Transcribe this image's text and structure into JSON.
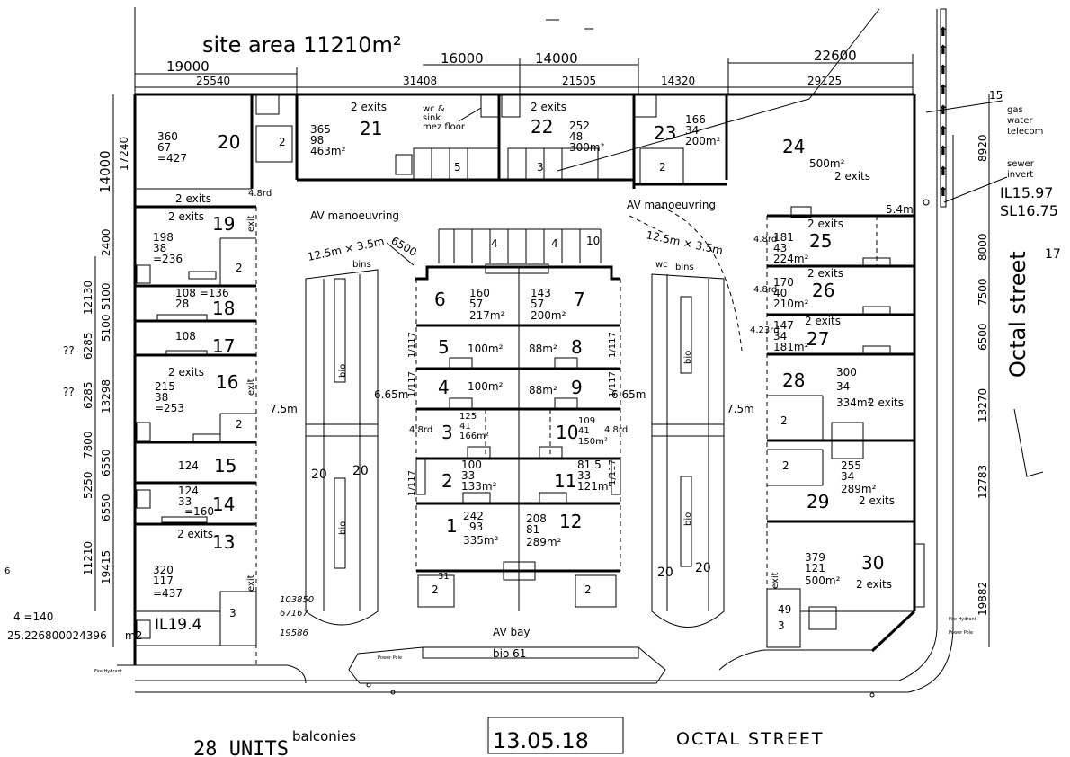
{
  "site_area": "site area 11210m²",
  "date": "13.05.18",
  "street_bottom": "OCTAL STREET",
  "street_side": "Octal street",
  "units_total": "28 UNITS",
  "balconies": "balconies",
  "services": [
    "gas",
    "water",
    "telecom"
  ],
  "sewer": [
    "sewer",
    "invert"
  ],
  "levels": {
    "il_right": "IL15.97",
    "sl_right": "SL16.75",
    "num17": "17",
    "il_left": "IL19.4",
    "num15": "15"
  },
  "misc": {
    "area_103850": "103850",
    "area_67167": "67167",
    "area_19586": "19586",
    "left_calc": "4 =140",
    "left_num": "25.226800024396",
    "m2": "m2",
    "qq1": "??",
    "qq2": "??",
    "six": "6"
  },
  "labels": {
    "av_manoeuvring_left": "AV manoeuvring",
    "av_manoeuvring_right": "AV manoeuvring",
    "av_bay": "AV bay",
    "bio_61": "bio 61",
    "bio": "bio",
    "bay_left": "12.5m × 3.5m",
    "bay_right": "12.5m × 3.5m",
    "bins": "bins",
    "wc": "wc",
    "wc_sink": [
      "wc &",
      "sink",
      "mez floor"
    ],
    "two_exits": "2 exits",
    "exit": "exit",
    "width_75": "7.5m",
    "width_665": "6.65m",
    "width_54": "5.4m",
    "rd_48": "4.8rd",
    "rd_423": "4.23rd",
    "ramp_6500": "6500",
    "slope": "1/117",
    "twenty": "20",
    "fire_hydrant": "Fire Hydrant",
    "power_pole": "Power Pole"
  },
  "dims_top": {
    "row1": [
      "19000",
      "16000",
      "14000",
      "22600"
    ],
    "row2": [
      "25540",
      "31408",
      "21505",
      "14320",
      "29125"
    ]
  },
  "dims_left": [
    "14000",
    "17240",
    "2400",
    "12130",
    "5100",
    "5100",
    "6285",
    "6285",
    "13298",
    "7800",
    "5250",
    "6550",
    "6550",
    "11210",
    "19415"
  ],
  "dims_right": [
    "8920",
    "8000",
    "7500",
    "6500",
    "13270",
    "12783",
    "19882"
  ],
  "units": [
    {
      "no": "20",
      "a": "360",
      "b": "67",
      "c": "=427"
    },
    {
      "no": "21",
      "a": "365",
      "b": "98",
      "c": "463m²"
    },
    {
      "no": "22",
      "a": "252",
      "b": "48",
      "c": "300m²"
    },
    {
      "no": "23",
      "a": "166",
      "b": "34",
      "c": "200m²"
    },
    {
      "no": "24",
      "a": "",
      "b": "",
      "c": "500m²"
    },
    {
      "no": "19",
      "a": "198",
      "b": "38",
      "c": "=236"
    },
    {
      "no": "18",
      "a": "108 =136",
      "b": "28",
      "c": ""
    },
    {
      "no": "17",
      "a": "108",
      "b": "",
      "c": ""
    },
    {
      "no": "16",
      "a": "215",
      "b": "38",
      "c": "=253"
    },
    {
      "no": "15",
      "a": "124",
      "b": "",
      "c": ""
    },
    {
      "no": "14",
      "a": "124",
      "b": "33",
      "c": "=160"
    },
    {
      "no": "13",
      "a": "320",
      "b": "117",
      "c": "=437"
    },
    {
      "no": "6",
      "a": "160",
      "b": "57",
      "c": "217m²"
    },
    {
      "no": "7",
      "a": "143",
      "b": "57",
      "c": "200m²"
    },
    {
      "no": "5",
      "a": "100m²",
      "b": "",
      "c": ""
    },
    {
      "no": "8",
      "a": "88m²",
      "b": "",
      "c": ""
    },
    {
      "no": "4",
      "a": "100m²",
      "b": "",
      "c": ""
    },
    {
      "no": "9",
      "a": "88m²",
      "b": "",
      "c": ""
    },
    {
      "no": "3",
      "a": "125",
      "b": "41",
      "c": "166m²"
    },
    {
      "no": "10",
      "a": "109",
      "b": "41",
      "c": "150m²"
    },
    {
      "no": "2",
      "a": "100",
      "b": "33",
      "c": "133m²"
    },
    {
      "no": "11",
      "a": "81.5",
      "b": "33",
      "c": "121m²"
    },
    {
      "no": "1",
      "a": "242",
      "b": "93",
      "c": "335m²"
    },
    {
      "no": "12",
      "a": "208",
      "b": "81",
      "c": "289m²"
    },
    {
      "no": "25",
      "a": "181",
      "b": "43",
      "c": "224m²"
    },
    {
      "no": "26",
      "a": "170",
      "b": "40",
      "c": "210m²"
    },
    {
      "no": "27",
      "a": "147",
      "b": "34",
      "c": "181m²"
    },
    {
      "no": "28",
      "a": "300",
      "b": "34",
      "c": "334m²"
    },
    {
      "no": "29",
      "a": "255",
      "b": "34",
      "c": "289m²"
    },
    {
      "no": "30",
      "a": "379",
      "b": "121",
      "c": "500m²"
    }
  ],
  "parking": [
    "5",
    "3",
    "2",
    "2",
    "2",
    "2",
    "4",
    "4",
    "10",
    "2",
    "2",
    "2",
    "3",
    "2",
    "2",
    "49",
    "3",
    "31"
  ]
}
